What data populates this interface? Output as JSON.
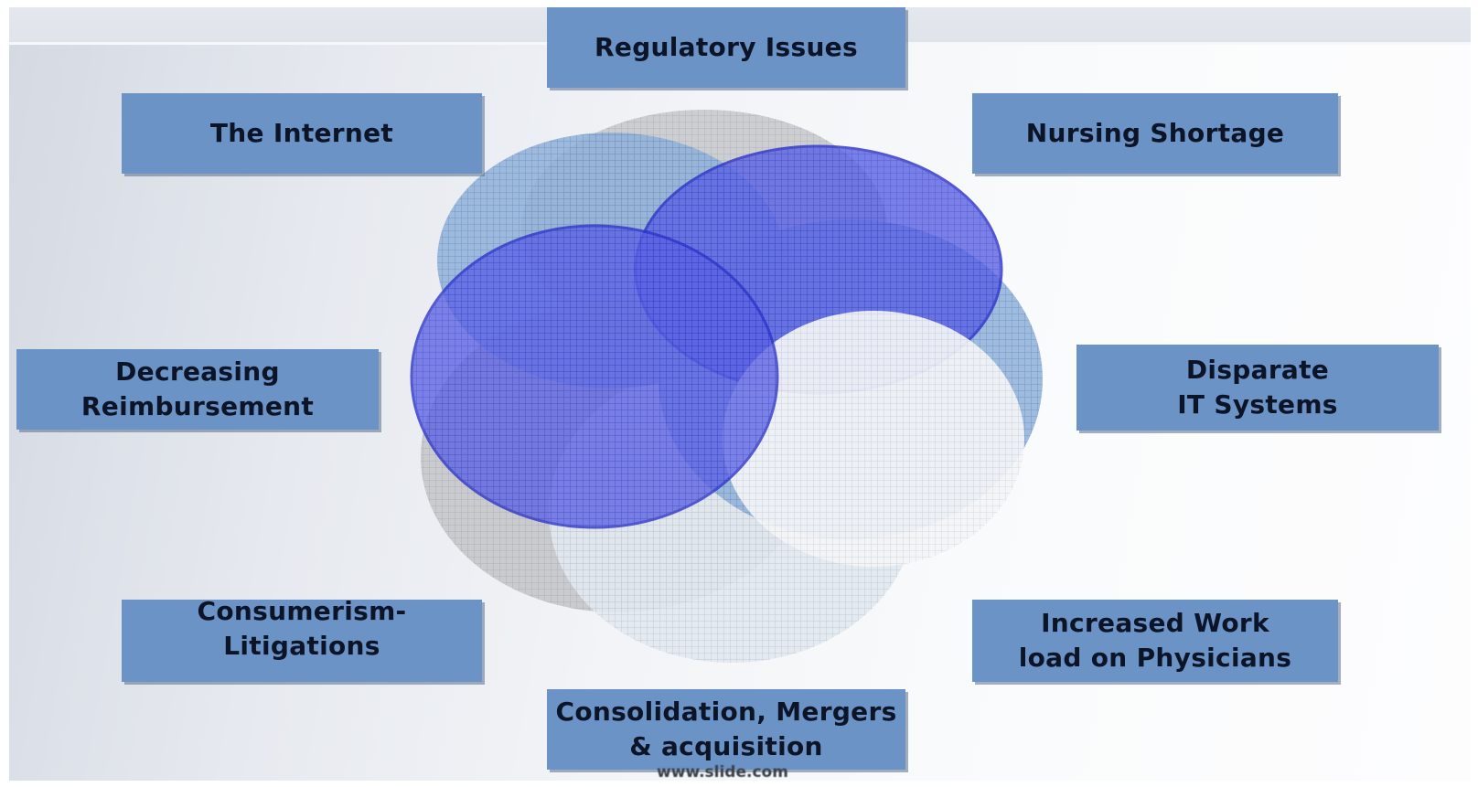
{
  "diagram": {
    "labels": {
      "regulatory": "Regulatory Issues",
      "internet": "The Internet",
      "nursing": "Nursing Shortage",
      "reimbursement": "Decreasing\nReimbursement",
      "it_systems": "Disparate\nIT Systems",
      "consumerism": "Consumerism-\nLitigations",
      "workload": "Increased Work\nload on Physicians",
      "consolidation": "Consolidation, Mergers\n& acquisition"
    },
    "footer_url": "www.slide.com",
    "colors": {
      "box_fill": "#6b93c6",
      "box_text": "#0c1428",
      "circle_gray": "#c3c4c8",
      "circle_light_blue": "#8fb0d8",
      "circle_dark_blue": "#4a4ee0",
      "circle_pale": "#dde6ee"
    }
  }
}
